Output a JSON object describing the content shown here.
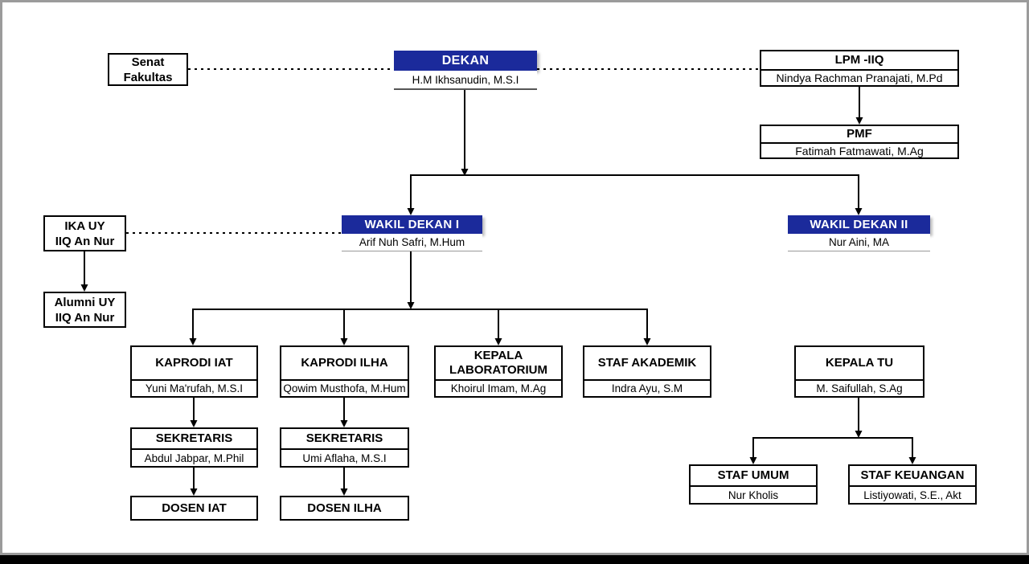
{
  "theme": {
    "accent_blue": "#1b2a9b",
    "line_color": "#000000",
    "frame_gray": "#9b9b9b",
    "bottom_bar_black": "#000000"
  },
  "nodes": {
    "senat": {
      "line1": "Senat",
      "line2": "Fakultas"
    },
    "dekan": {
      "title": "DEKAN",
      "name": "H.M Ikhsanudin, M.S.I"
    },
    "lpm": {
      "title": "LPM -IIQ",
      "name": "Nindya Rachman Pranajati, M.Pd"
    },
    "pmf": {
      "title": "PMF",
      "name": "Fatimah Fatmawati, M.Ag"
    },
    "wakil_dekan_1": {
      "title": "WAKIL DEKAN I",
      "name": "Arif Nuh Safri, M.Hum"
    },
    "wakil_dekan_2": {
      "title": "WAKIL DEKAN II",
      "name": "Nur Aini, MA"
    },
    "ika": {
      "line1": "IKA UY",
      "line2": "IIQ An Nur"
    },
    "alumni": {
      "line1": "Alumni UY",
      "line2": "IIQ An Nur"
    },
    "kaprodi_iat": {
      "title": "KAPRODI IAT",
      "name": "Yuni Ma'rufah, M.S.I"
    },
    "kaprodi_ilha": {
      "title": "KAPRODI ILHA",
      "name": "Qowim Musthofa, M.Hum"
    },
    "kepala_lab": {
      "title_line1": "KEPALA",
      "title_line2": "LABORATORIUM",
      "name": "Khoirul Imam, M.Ag"
    },
    "staf_akademik": {
      "title": "STAF AKADEMIK",
      "name": "Indra Ayu, S.M"
    },
    "kepala_tu": {
      "title": "KEPALA TU",
      "name": "M. Saifullah, S.Ag"
    },
    "sekretaris_iat": {
      "title": "SEKRETARIS",
      "name": "Abdul Jabpar, M.Phil"
    },
    "sekretaris_ilha": {
      "title": "SEKRETARIS",
      "name": "Umi Aflaha, M.S.I"
    },
    "dosen_iat": {
      "title": "DOSEN IAT"
    },
    "dosen_ilha": {
      "title": "DOSEN ILHA"
    },
    "staf_umum": {
      "title": "STAF UMUM",
      "name": "Nur Kholis"
    },
    "staf_keuangan": {
      "title": "STAF KEUANGAN",
      "name": "Listiyowati, S.E., Akt"
    }
  }
}
